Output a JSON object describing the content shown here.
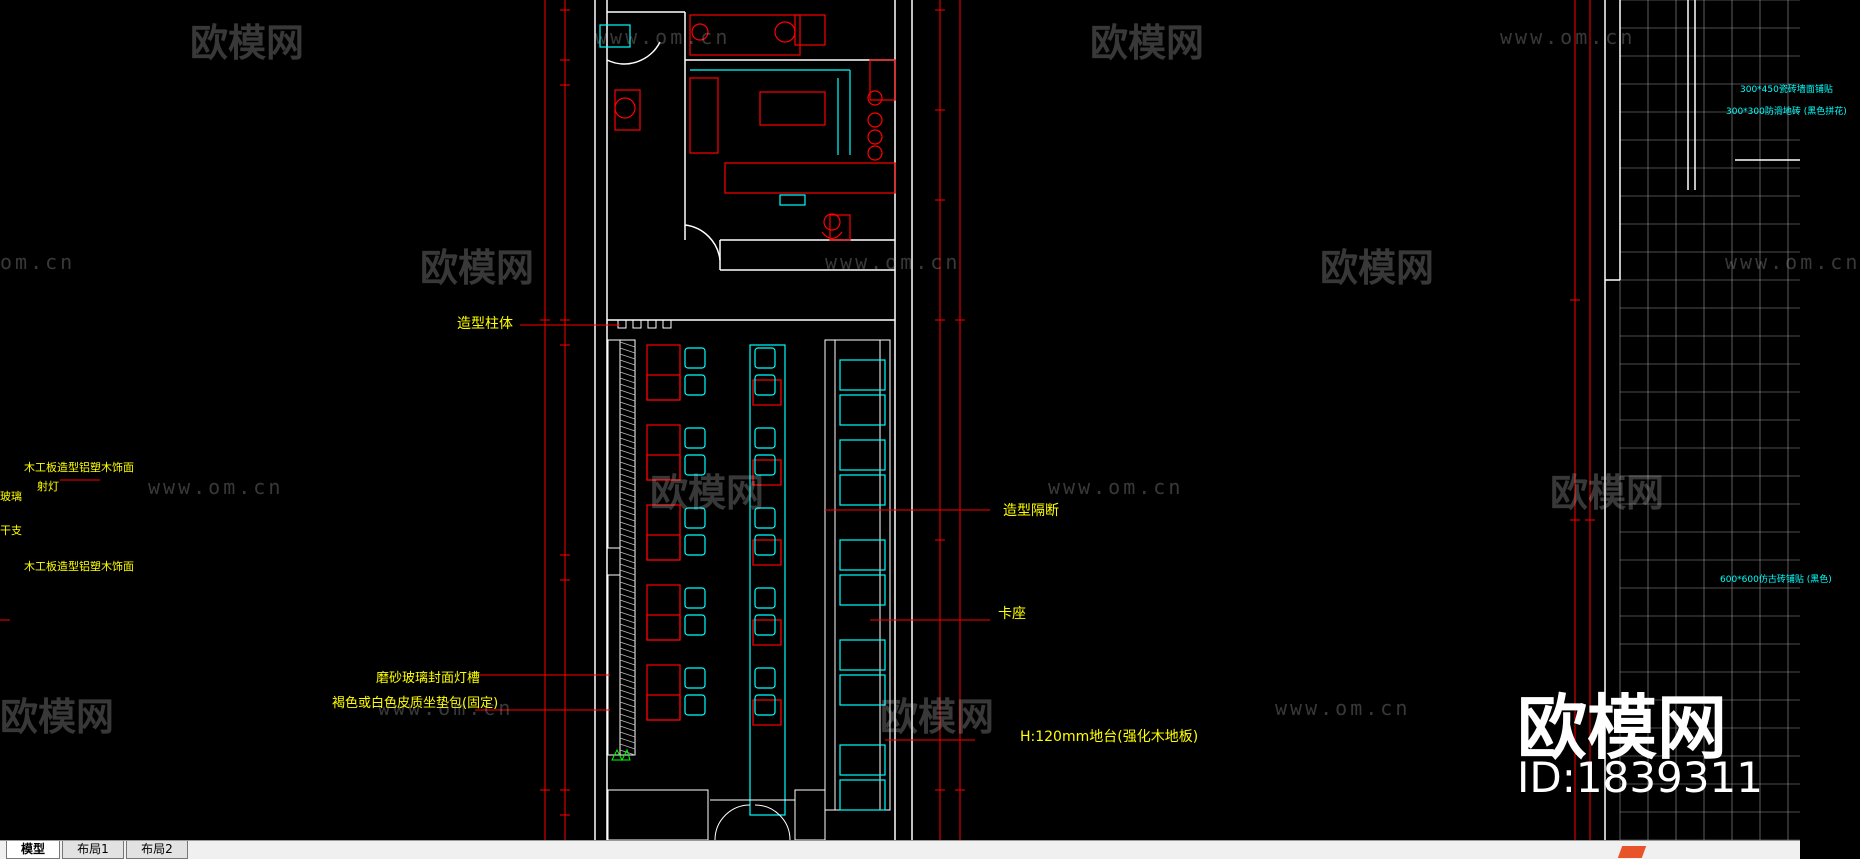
{
  "drawing": {
    "labels": {
      "column": "造型柱体",
      "partition": "造型隔断",
      "booth": "卡座",
      "glass_light_trough": "磨砂玻璃封面灯槽",
      "leather_seat": "褐色或白色皮质坐垫包(固定)",
      "platform": "H:120mm地台(强化木地板)",
      "wood_face_1": "木工板造型铝塑木饰面",
      "spotlight": "射灯",
      "glass_left": "玻璃",
      "frame_left": "干支",
      "wood_face_2": "木工板造型铝塑木饰面",
      "tile_1": "300*450瓷砖墙面铺贴",
      "tile_2": "300*300防滑地砖 (黑色拼花)",
      "tile_3": "600*600仿古砖铺贴 (黑色)"
    }
  },
  "watermark": {
    "brand": "欧模网",
    "url": "www.om.cn",
    "url_short": "om.cn"
  },
  "brand_block": {
    "title": "欧模网",
    "id": "ID:1839311"
  },
  "tabs": [
    {
      "label": "模型",
      "active": true
    },
    {
      "label": "布局1",
      "active": false
    },
    {
      "label": "布局2",
      "active": false
    }
  ],
  "colors": {
    "background": "#000000",
    "wall": "#ffffff",
    "furniture_red": "#ff0000",
    "furniture_cyan": "#00ffff",
    "text_yellow": "#ffff00",
    "dimension_red": "#ff0000",
    "grid_white": "#c8c8c8"
  }
}
